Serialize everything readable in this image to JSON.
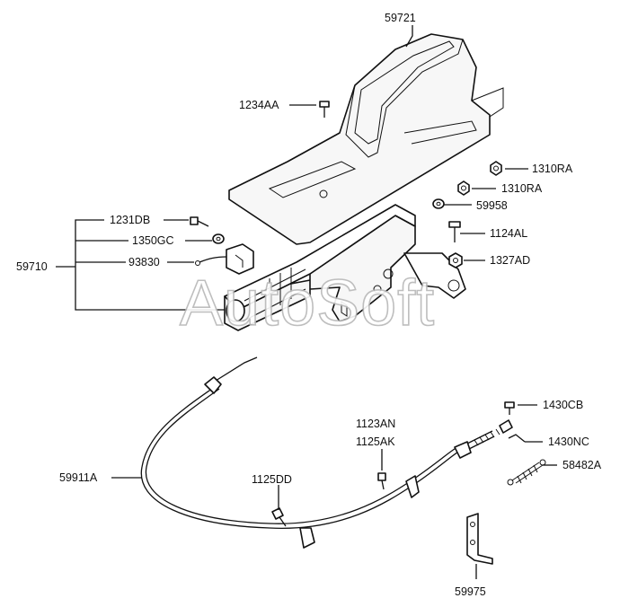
{
  "watermark": "AutoSoft",
  "labels": {
    "p59721": "59721",
    "p1234AA": "1234AA",
    "p1310RA_a": "1310RA",
    "p1310RA_b": "1310RA",
    "p59958": "59958",
    "p1124AL": "1124AL",
    "p1327AD": "1327AD",
    "p1231DB": "1231DB",
    "p1350GC": "1350GC",
    "p93830": "93830",
    "p59710": "59710",
    "p1430CB": "1430CB",
    "p1123AN": "1123AN",
    "p1125AK": "1125AK",
    "p1430NC": "1430NC",
    "p58482A": "58482A",
    "p59911A": "59911A",
    "p1125DD": "1125DD",
    "p59975": "59975"
  },
  "icons": {
    "console_cover": "console-cover-icon",
    "lever_assembly": "parking-brake-lever-icon",
    "cable": "brake-cable-icon",
    "spring": "return-spring-icon",
    "bracket": "cable-bracket-icon"
  }
}
